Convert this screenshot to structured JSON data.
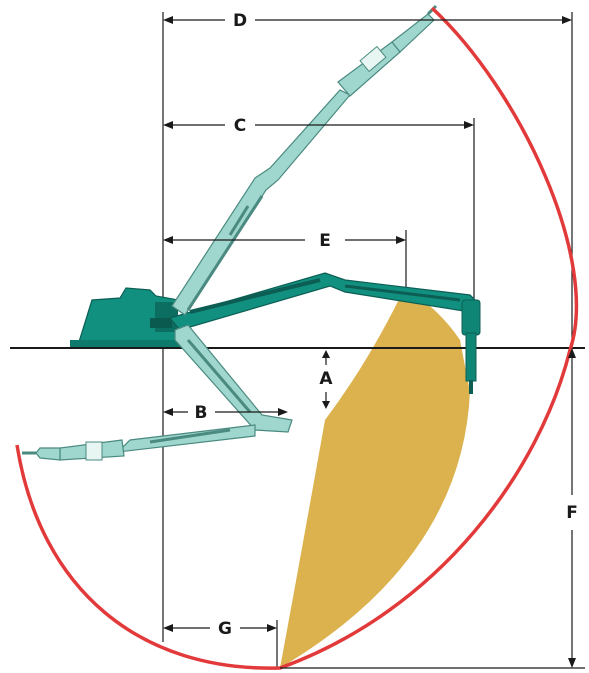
{
  "labels": {
    "A": "A",
    "B": "B",
    "C": "C",
    "D": "D",
    "E": "E",
    "F": "F",
    "G": "G"
  },
  "colors": {
    "arm_dark": "#119080",
    "arm_light": "#9fd6cd",
    "envelope": "#e23a3a",
    "work_area": "#dcb24e",
    "lines": "#1a1a1a"
  },
  "icons": {
    "machine": "demolition-machine-icon",
    "breaker": "hydraulic-breaker-icon"
  }
}
